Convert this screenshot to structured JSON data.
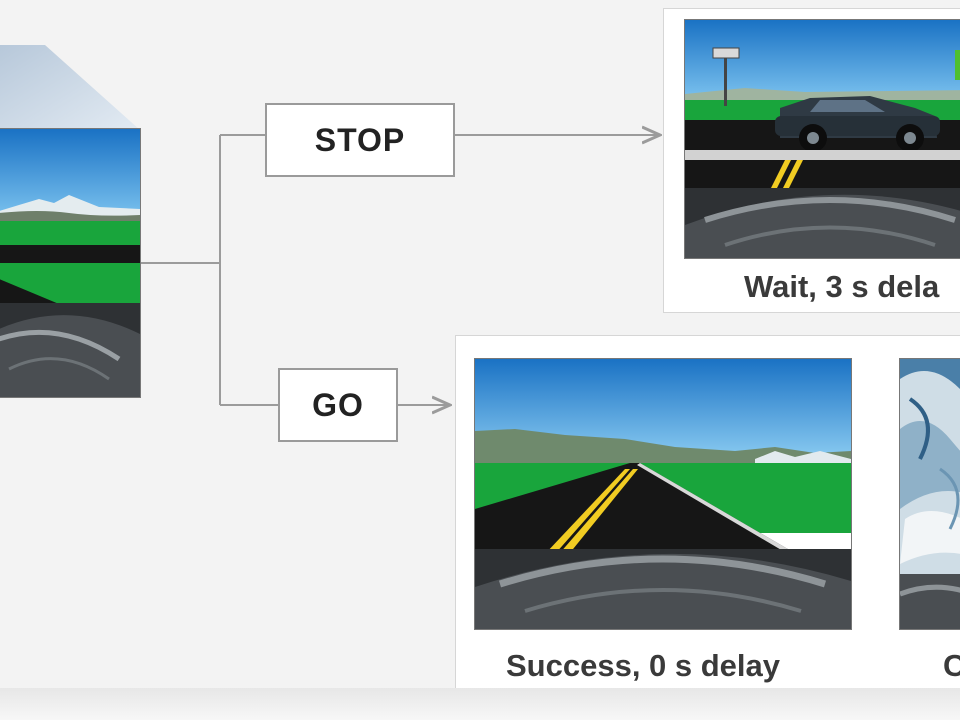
{
  "choices": {
    "stop_label": "STOP",
    "go_label": "GO"
  },
  "outcomes": {
    "stop_caption": "Wait, 3 s dela",
    "go_success_caption": "Success, 0 s delay",
    "go_other_caption": "C"
  },
  "colors": {
    "sky": "#2f8fd8",
    "grass": "#19a53c",
    "road": "#161616",
    "lane_marking": "#f1cc22",
    "dashboard": "#2e3134",
    "connector": "#9b9b9b"
  }
}
